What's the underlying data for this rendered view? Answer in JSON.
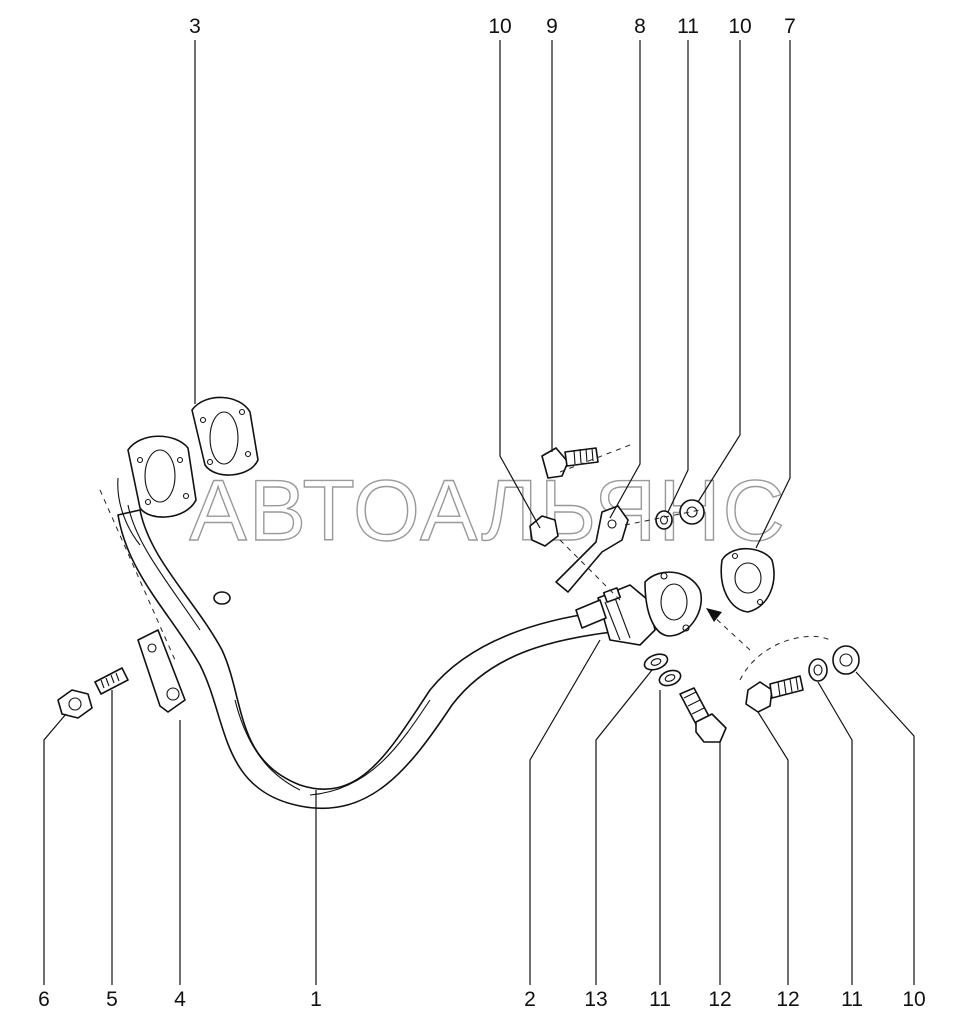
{
  "watermark": "АВТОАЛЬЯНС",
  "callouts": {
    "top": [
      "3",
      "10",
      "9",
      "8",
      "11",
      "10",
      "7"
    ],
    "bottom": [
      "6",
      "5",
      "4",
      "1",
      "2",
      "13",
      "11",
      "12",
      "12",
      "11",
      "10"
    ]
  },
  "colors": {
    "line": "#111111",
    "watermark": "#9a9a9a",
    "background": "#ffffff"
  }
}
